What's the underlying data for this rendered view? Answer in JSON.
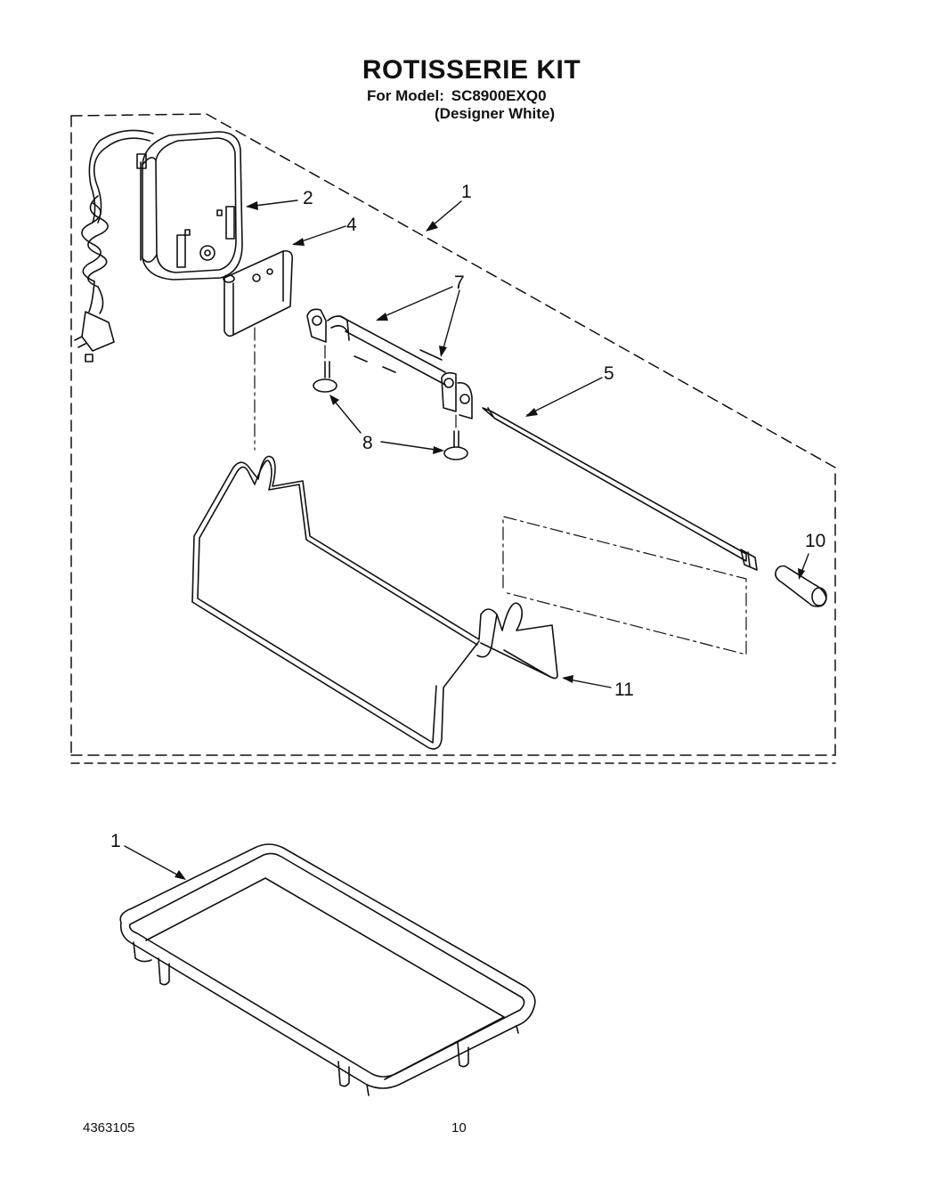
{
  "header": {
    "title": "ROTISSERIE KIT",
    "model_label": "For Model:",
    "model_number": "SC8900EXQ0",
    "model_variant": "(Designer White)"
  },
  "callouts": {
    "kit": "1",
    "motor": "2",
    "bracket": "4",
    "spit": "5",
    "forks": "7",
    "screws": "8",
    "handle": "10",
    "rack": "11",
    "pan": "1"
  },
  "footer": {
    "part_number": "4363105",
    "page_number": "10"
  }
}
